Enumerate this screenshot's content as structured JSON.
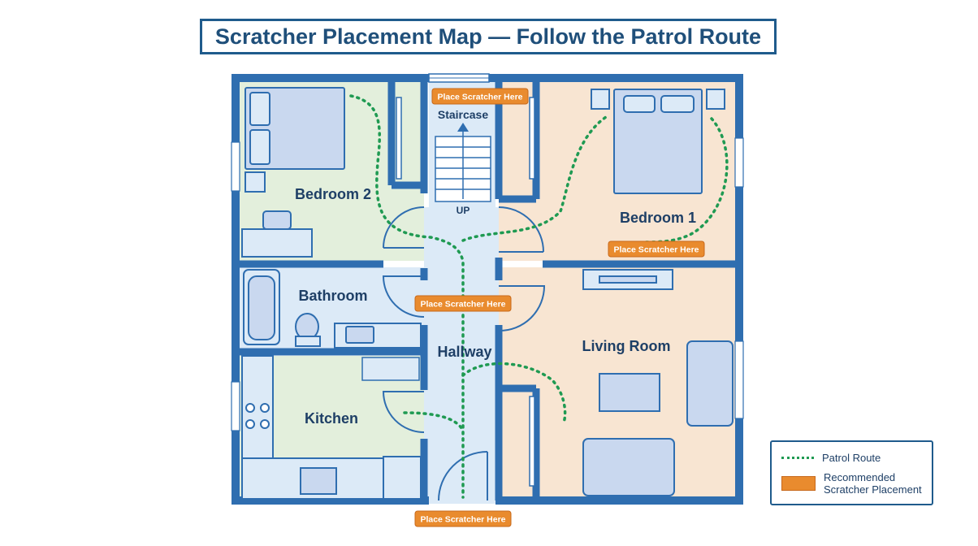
{
  "title": "Scratcher Placement Map — Follow the Patrol Route",
  "rooms": {
    "bedroom2": "Bedroom 2",
    "staircase": "Staircase",
    "stairs_up": "UP",
    "bedroom1": "Bedroom 1",
    "bathroom": "Bathroom",
    "hallway": "Hallway",
    "living_room": "Living Room",
    "kitchen": "Kitchen"
  },
  "placements": {
    "stairs_top": "Place Scratcher Here",
    "bedroom1": "Place Scratcher Here",
    "hallway": "Place Scratcher Here",
    "front_door": "Place Scratcher Here"
  },
  "legend": {
    "route_label": "Patrol Route",
    "placement_label": "Recommended Scratcher Placement"
  },
  "colors": {
    "wall": "#2f6eb0",
    "patrol_route": "#1f9a52",
    "placement": "#e98b2e",
    "bedroom_green": "#e3efdc",
    "bedroom_peach": "#f8e5d2",
    "hallway_blue": "#dceaf7"
  }
}
